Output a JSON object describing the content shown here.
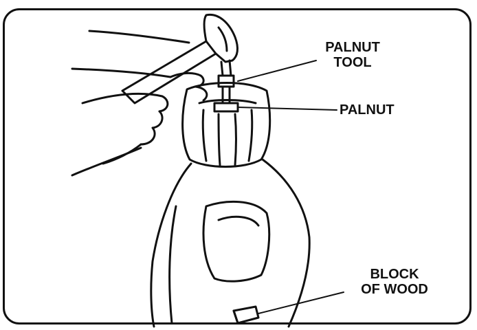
{
  "labels": {
    "palnut_tool": [
      "PALNUT",
      "TOOL"
    ],
    "palnut": "PALNUT",
    "block_of_wood": [
      "BLOCK",
      "OF WOOD"
    ]
  },
  "colors": {
    "ink": "#111111",
    "paper": "#ffffff"
  }
}
